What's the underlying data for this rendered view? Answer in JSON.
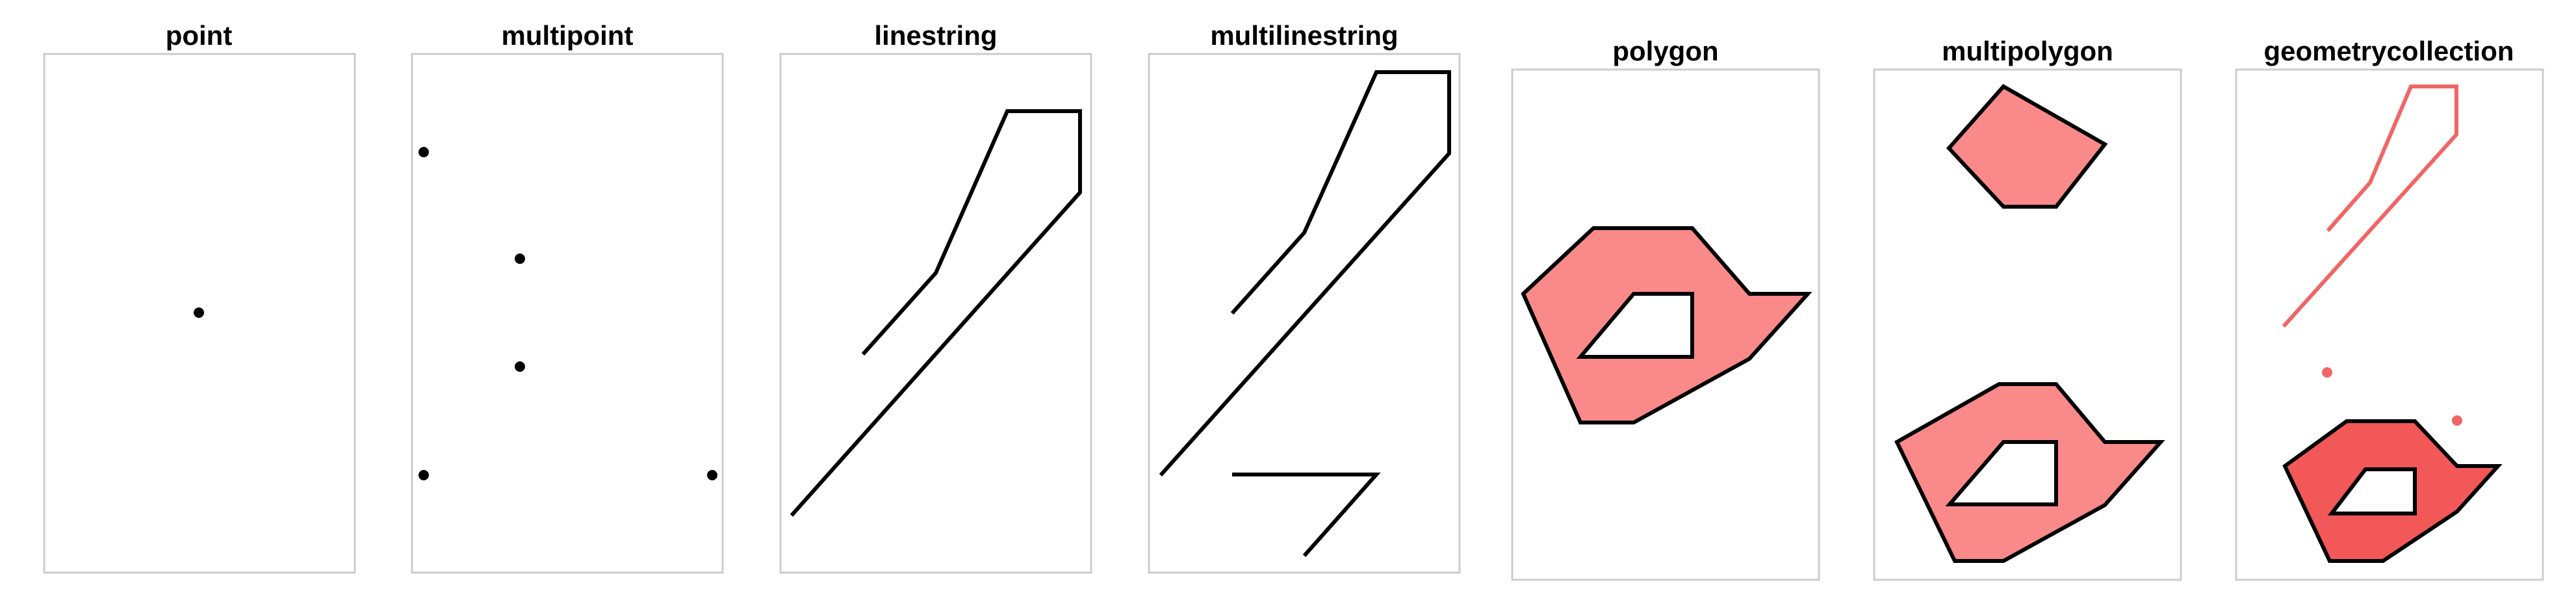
{
  "panels": [
    {
      "title": "point"
    },
    {
      "title": "multipoint"
    },
    {
      "title": "linestring"
    },
    {
      "title": "multilinestring"
    },
    {
      "title": "polygon"
    },
    {
      "title": "multipolygon"
    },
    {
      "title": "geometrycollection"
    }
  ],
  "colors": {
    "panel_border": "#cccccc",
    "stroke": "#000000",
    "fill": "#fa8a8a",
    "collection_stroke": "#f06666",
    "collection_fill": "#f25858"
  }
}
